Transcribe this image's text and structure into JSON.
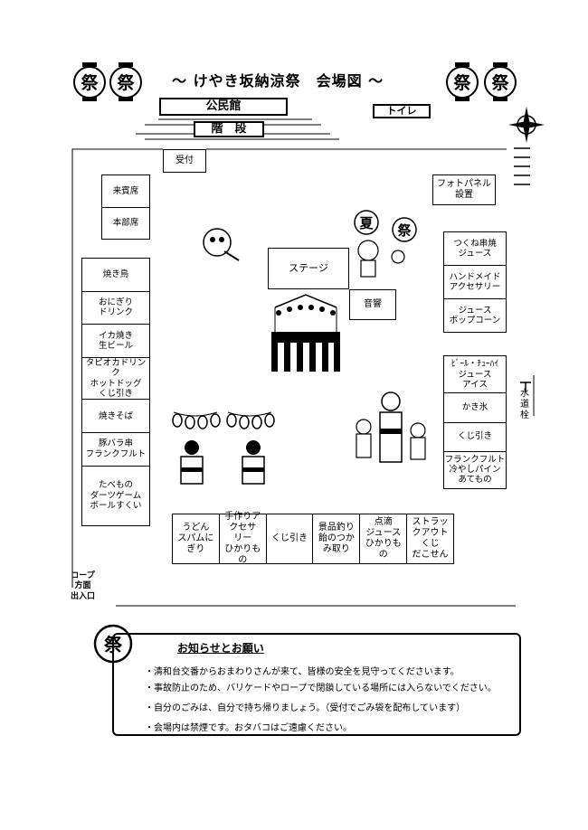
{
  "header": {
    "title": "～ けやき坂納涼祭　会場図 ～",
    "lantern_char": "祭"
  },
  "building": {
    "hall": "公民館",
    "stairs": "階　段",
    "toilet": "トイレ"
  },
  "reception": "受付",
  "left_tent": [
    "来賓席",
    "本部席"
  ],
  "left_column": [
    "焼き鳥",
    "おにぎり\nドリンク",
    "イカ焼き\n生ビール",
    "タピオカドリンク\nホットドッグ\nくじ引き",
    "焼きそば",
    "豚バラ串\nフランクフルト",
    "たべもの\nダーツゲーム\nボールすくい"
  ],
  "center": {
    "stage": "ステージ",
    "sound": "音響"
  },
  "photo_panel": "フォトパネル\n設置",
  "right_upper": [
    "つくね串焼\nジュース",
    "ハンドメイド\nアクセサリー",
    "ジュース\nポップコーン"
  ],
  "right_lower": [
    "ﾋﾞｰﾙ・ﾁｭｰﾊｲ\nジュース\nアイス",
    "かき氷",
    "くじ引き",
    "フランクフルト\n冷やしパイン\nあてもの"
  ],
  "bottom_row": [
    "うどん\nスパムに\nぎり",
    "手作りア\nクセサ\nリー\nひかりも\nの",
    "くじ引き",
    "景品釣り\n飴のつか\nみ取り",
    "点滴\nジュース\nひかりも\nの",
    "ストラッ\nクアウト\nくじ\nだこせん"
  ],
  "hydrant": "水\n道\n栓",
  "exit": "コープ\n方面\n出入口",
  "fan_chars": [
    "夏",
    "祭"
  ],
  "notice": {
    "title": "お知らせとお願い",
    "items": [
      "・清和台交番からおまわりさんが来て、皆様の安全を見守ってくださいます。",
      "・事故防止のため、バリケードやロープで閉鎖している場所には入らないでください。",
      "・自分のごみは、自分で持ち帰りましょう。（受付でごみ袋を配布しています）",
      "・会場内は禁煙です。おタバコはご遠慮ください。"
    ]
  }
}
